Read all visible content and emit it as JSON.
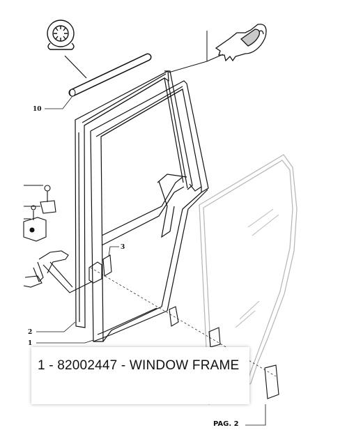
{
  "diagram": {
    "callouts": {
      "seal_strip": "10",
      "hinge": "3",
      "outer_frame": "2",
      "window_frame": "1",
      "page_ref": "PAG. 2"
    }
  },
  "caption": {
    "text": "1 - 82002447 - WINDOW FRAME"
  }
}
